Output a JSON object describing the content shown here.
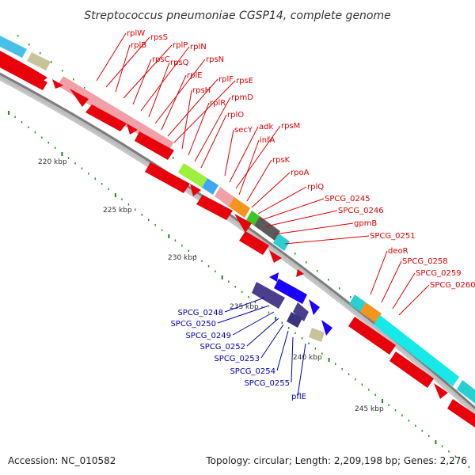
{
  "title": "Streptococcus pneumoniae CGSP14, complete genome",
  "footer": {
    "accession": "Accession: NC_010582",
    "topology": "Topology: circular; Length: 2,209,198 bp; Genes: 2,276"
  },
  "colors": {
    "forward_genes": "#e8000b",
    "backbone": "#8a8a8a",
    "tick": "#1a8a1a",
    "label_red": "#e00000",
    "label_blue": "#0000b0",
    "reverse_genes": "#1a00ff"
  },
  "scale_labels": [
    "220 kbp",
    "225 kbp",
    "230 kbp",
    "235 kbp",
    "240 kbp",
    "245 kbp"
  ],
  "labels_forward": [
    "rplW",
    "rpsS",
    "rplB",
    "rplP",
    "rpsC",
    "rplN",
    "rpsQ",
    "rpsN",
    "rplE",
    "rplF",
    "rpsE",
    "rpsH",
    "rplR",
    "rpmD",
    "rplO",
    "secY",
    "adk",
    "rpsM",
    "infA",
    "rpsK",
    "rpoA",
    "rplQ",
    "SPCG_0245",
    "SPCG_0246",
    "gpmB",
    "SPCG_0251",
    "deoR",
    "SPCG_0258",
    "SPCG_0259",
    "SPCG_0260"
  ],
  "labels_reverse": [
    "SPCG_0248",
    "SPCG_0250",
    "SPCG_0249",
    "SPCG_0252",
    "SPCG_0253",
    "SPCG_0254",
    "SPCG_0255",
    "pflE"
  ]
}
